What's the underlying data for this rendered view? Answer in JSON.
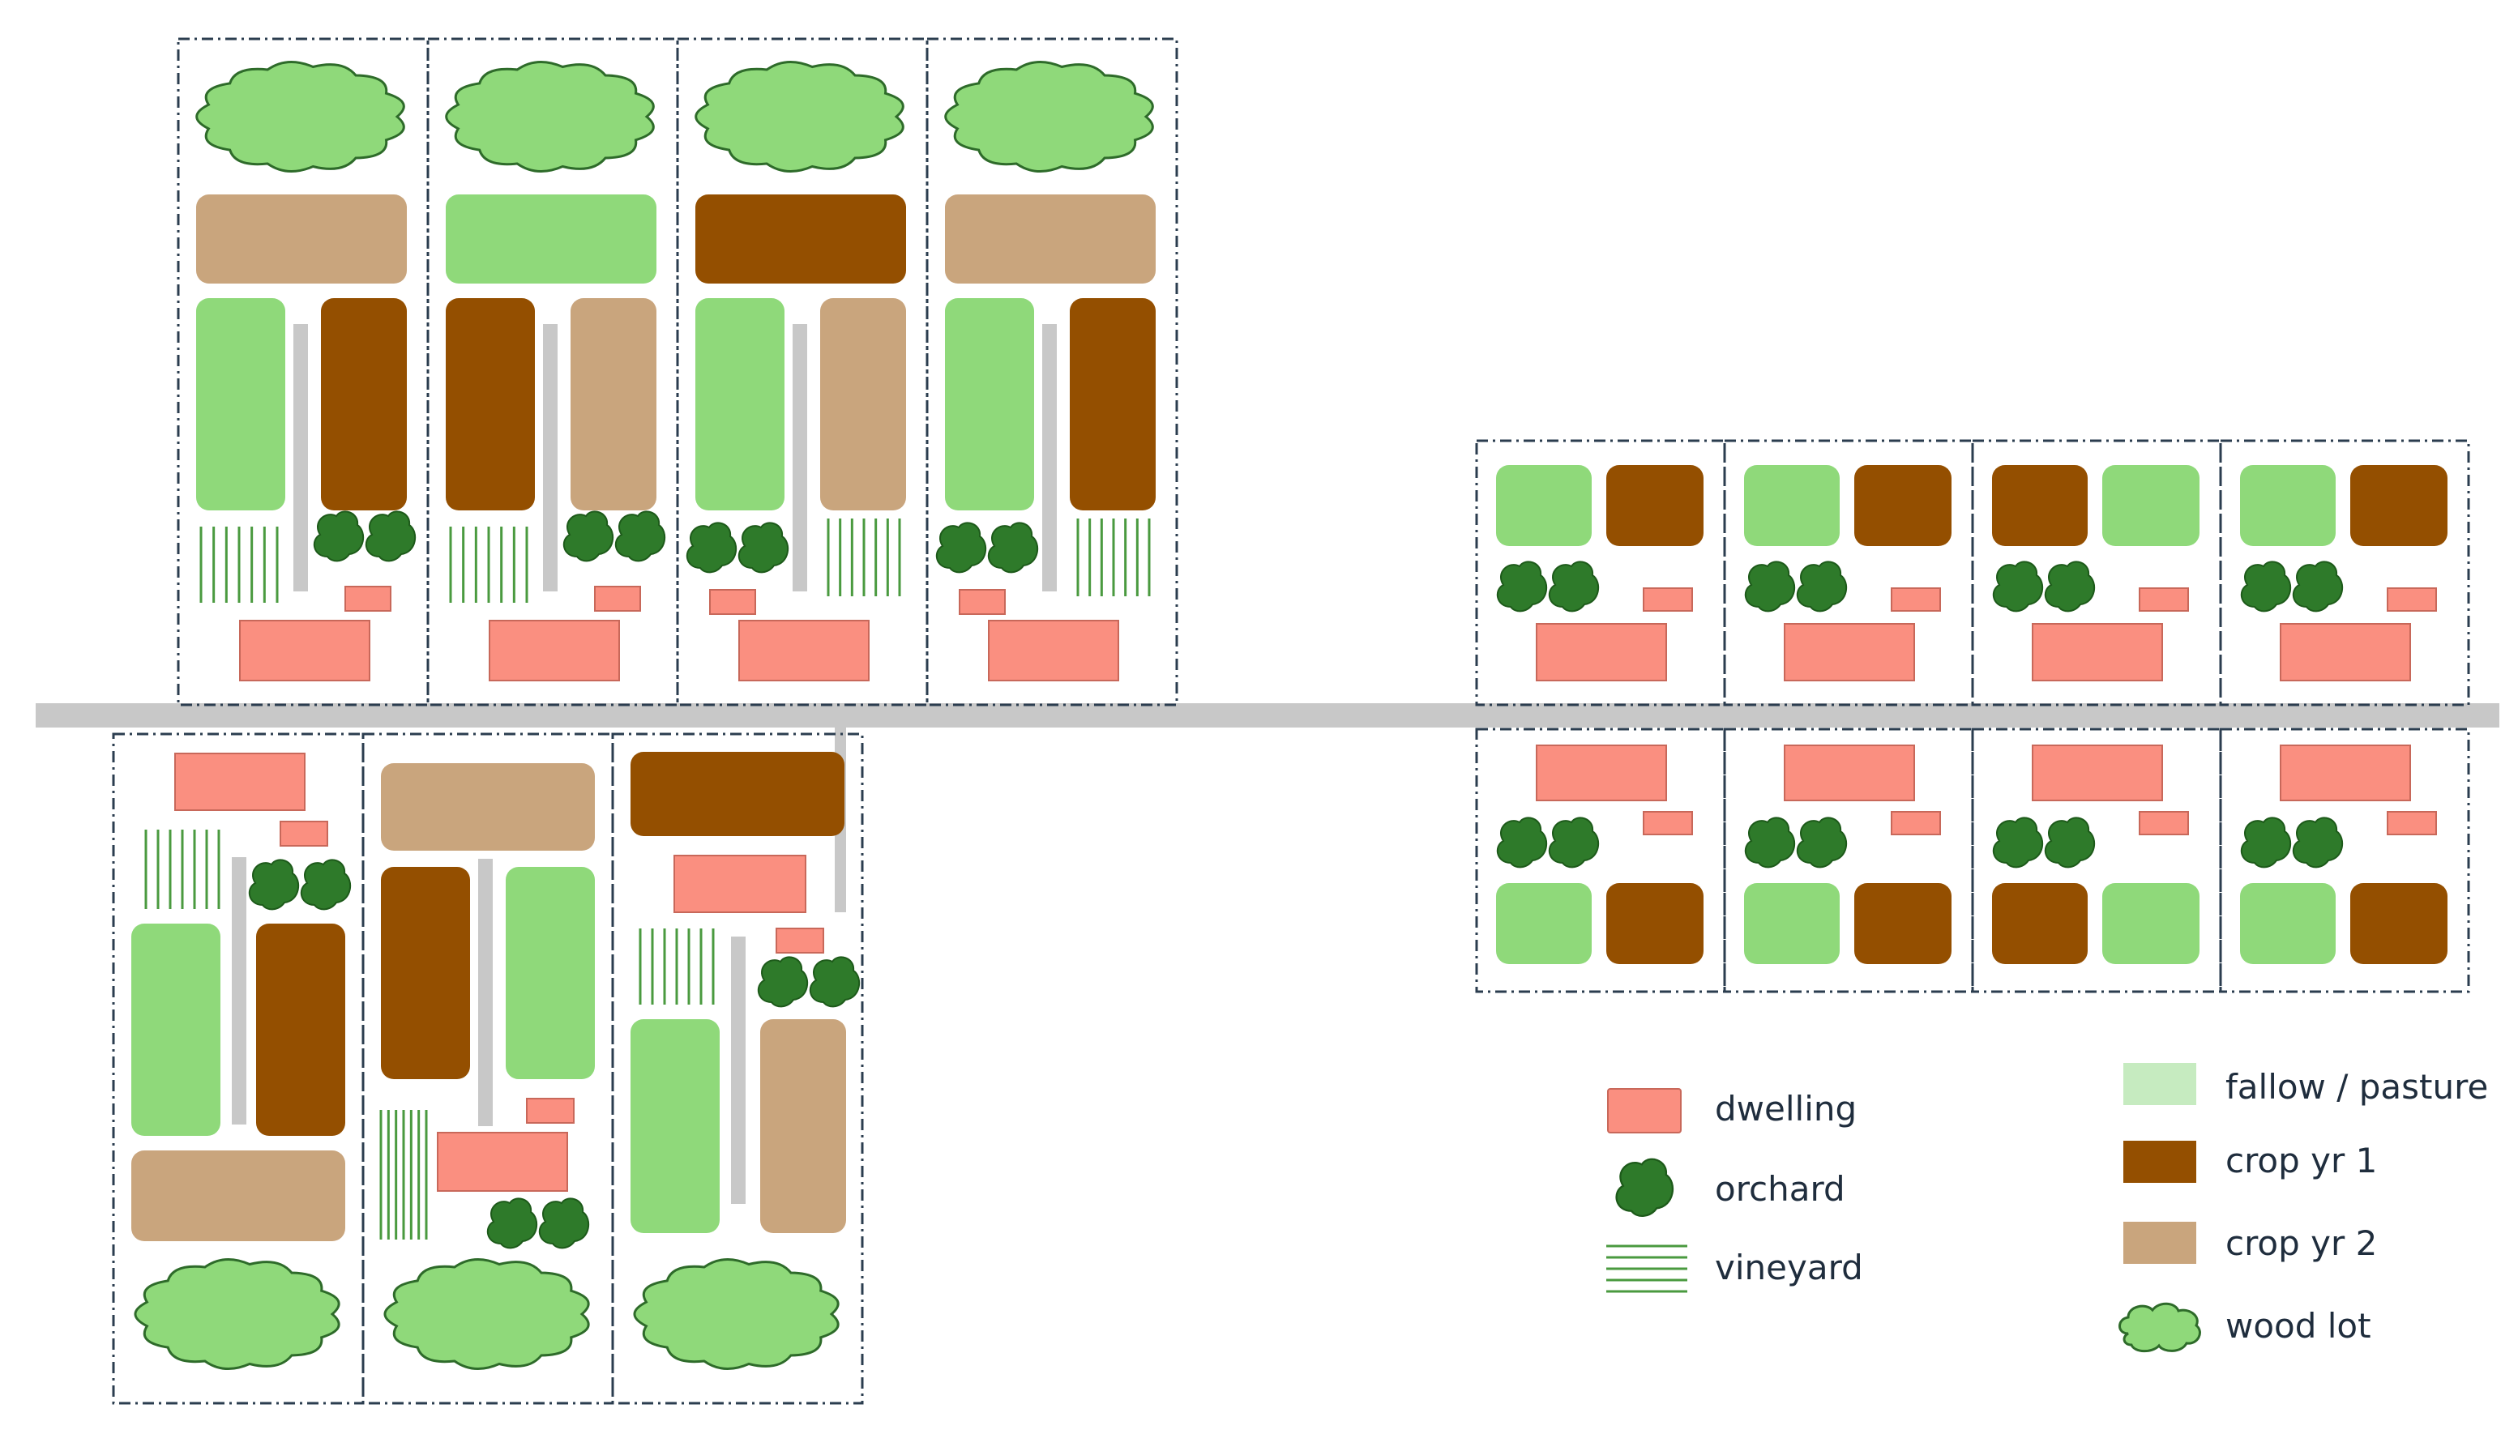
{
  "colors": {
    "dwelling": "#fa8f80",
    "dwelling_stroke": "#c8685a",
    "orchard": "#2e7a2a",
    "orchard_stroke": "#1d5a1a",
    "vineyard": "#4a9a3f",
    "fallow_pasture": "#8fd97a",
    "fallow_pasture_legend": "#c6ebc0",
    "crop_yr_1": "#944f00",
    "crop_yr_2": "#c9a57d",
    "wood_lot": "#8fd97a",
    "wood_lot_stroke": "#2e6b2a",
    "road": "#c8c8c8",
    "lane": "#c8c8c8",
    "boundary": "#2b3d4f"
  },
  "legend": {
    "dwelling": "dwelling",
    "orchard": "orchard",
    "vineyard": "vineyard",
    "fallow_pasture": "fallow / pasture",
    "crop_yr_1": "crop yr 1",
    "crop_yr_2": "crop yr 2",
    "wood_lot": "wood lot"
  },
  "long_lots_north": [
    {
      "top_field": "crop_yr_2",
      "left_field": "fallow_pasture",
      "right_field": "crop_yr_1",
      "orchard_side": "right",
      "vineyard_side": "left"
    },
    {
      "top_field": "fallow_pasture",
      "left_field": "crop_yr_1",
      "right_field": "crop_yr_2",
      "orchard_side": "right",
      "vineyard_side": "left"
    },
    {
      "top_field": "crop_yr_1",
      "left_field": "fallow_pasture",
      "right_field": "crop_yr_2",
      "orchard_side": "left",
      "vineyard_side": "right"
    },
    {
      "top_field": "crop_yr_2",
      "left_field": "fallow_pasture",
      "right_field": "crop_yr_1",
      "orchard_side": "left",
      "vineyard_side": "right"
    }
  ],
  "long_lots_south": [
    {
      "bottom_field": "crop_yr_2",
      "left_field": "fallow_pasture",
      "right_field": "crop_yr_1"
    },
    {
      "top_field": "crop_yr_2",
      "left_field": "crop_yr_1",
      "right_field": "fallow_pasture"
    },
    {
      "top_field": "crop_yr_1",
      "left_field": "fallow_pasture",
      "right_field": "crop_yr_2"
    }
  ],
  "small_lots_north": [
    {
      "left_field": "fallow_pasture",
      "right_field": "crop_yr_1"
    },
    {
      "left_field": "fallow_pasture",
      "right_field": "crop_yr_1"
    },
    {
      "left_field": "crop_yr_1",
      "right_field": "fallow_pasture"
    },
    {
      "left_field": "fallow_pasture",
      "right_field": "crop_yr_1"
    }
  ],
  "small_lots_south": [
    {
      "left_field": "fallow_pasture",
      "right_field": "crop_yr_1"
    },
    {
      "left_field": "fallow_pasture",
      "right_field": "crop_yr_1"
    },
    {
      "left_field": "crop_yr_1",
      "right_field": "fallow_pasture"
    },
    {
      "left_field": "fallow_pasture",
      "right_field": "crop_yr_1"
    }
  ]
}
